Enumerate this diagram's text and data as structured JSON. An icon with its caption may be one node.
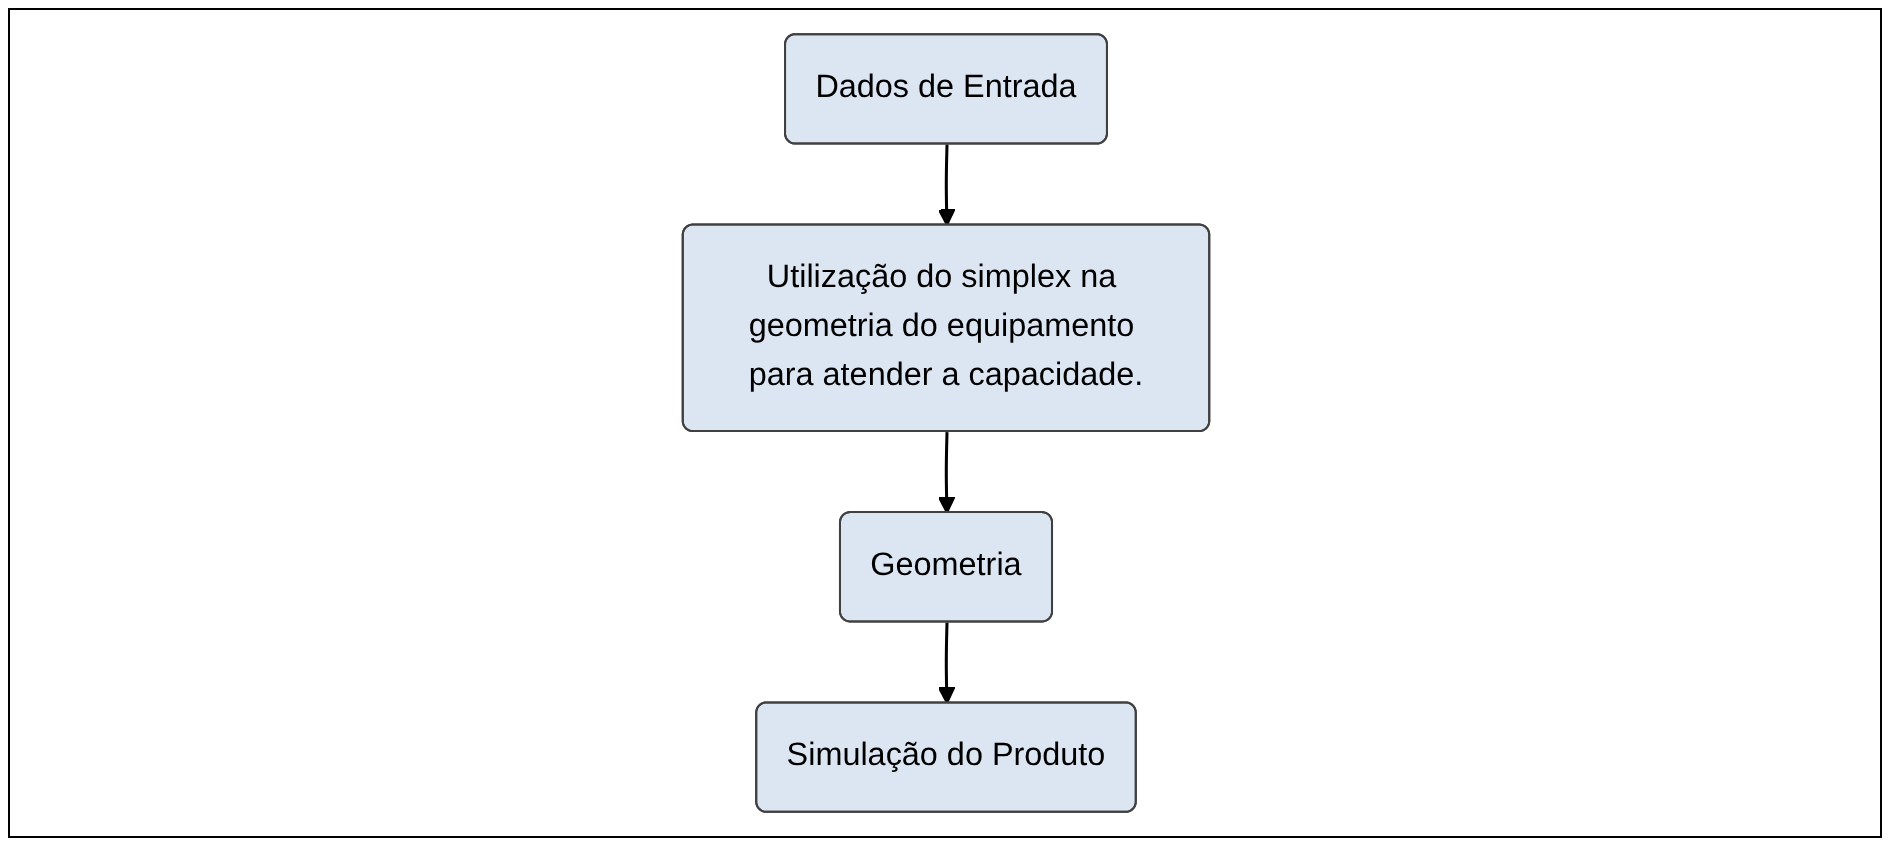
{
  "diagram": {
    "nodes": [
      {
        "text": [
          "Dados de Entrada"
        ]
      },
      {
        "text": [
          "Utilização do simplex na geometria do equipamento para atender a capacidade."
        ]
      },
      {
        "text": [
          "Geometria"
        ]
      },
      {
        "text": [
          "Simulação do Produto"
        ]
      }
    ],
    "edges": [
      {
        "from": 0,
        "to": 1,
        "arrow": "to"
      },
      {
        "from": 1,
        "to": 2,
        "arrow": "to"
      },
      {
        "from": 2,
        "to": 3,
        "arrow": "to"
      }
    ]
  }
}
